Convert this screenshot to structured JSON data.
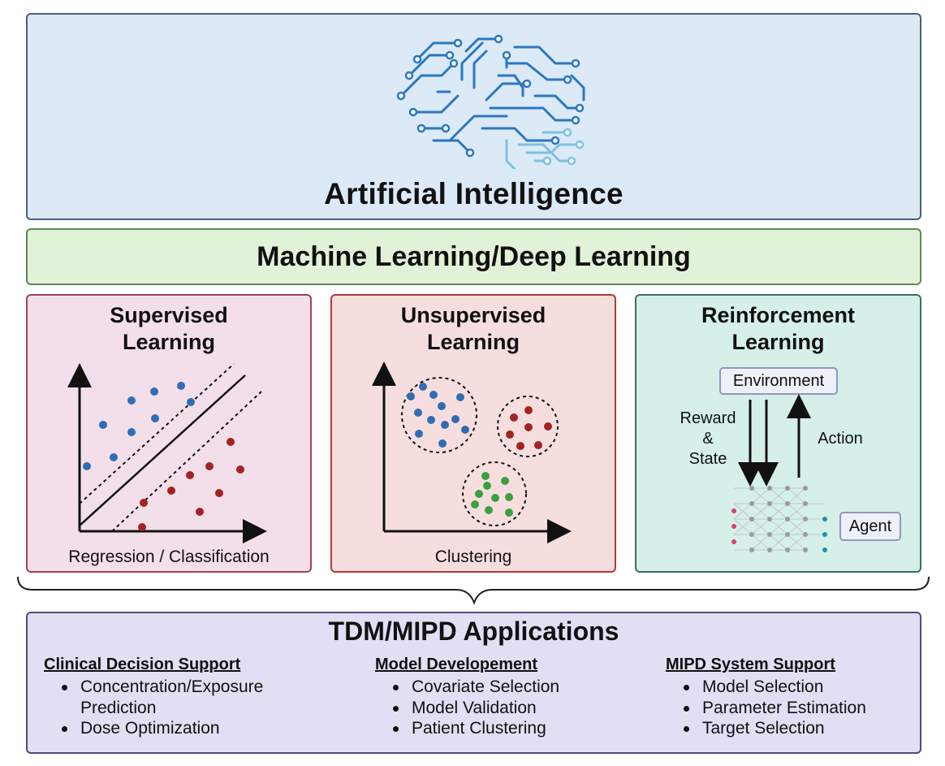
{
  "ai": {
    "title": "Artificial Intelligence"
  },
  "ml": {
    "title": "Machine Learning/Deep Learning"
  },
  "panels": {
    "supervised": {
      "title": "Supervised\nLearning",
      "caption": "Regression / Classification"
    },
    "unsupervised": {
      "title": "Unsupervised\nLearning",
      "caption": "Clustering"
    },
    "reinforcement": {
      "title": "Reinforcement\nLearning",
      "environment": "Environment",
      "reward_state": "Reward\n&\nState",
      "action": "Action",
      "agent": "Agent"
    }
  },
  "tdm": {
    "title": "TDM/MIPD Applications",
    "columns": [
      {
        "heading": "Clinical Decision Support",
        "items": [
          "Concentration/Exposure Prediction",
          "Dose Optimization"
        ]
      },
      {
        "heading": "Model Developement",
        "items": [
          "Covariate Selection",
          "Model Validation",
          "Patient Clustering"
        ]
      },
      {
        "heading": "MIPD System Support",
        "items": [
          "Model Selection",
          "Parameter Estimation",
          "Target Selection"
        ]
      }
    ]
  },
  "colors": {
    "blue_point": "#2f6db5",
    "red_point": "#a32222",
    "green_point": "#3aa040",
    "brain_dark": "#2a78c0",
    "brain_light": "#7cc2e2"
  }
}
